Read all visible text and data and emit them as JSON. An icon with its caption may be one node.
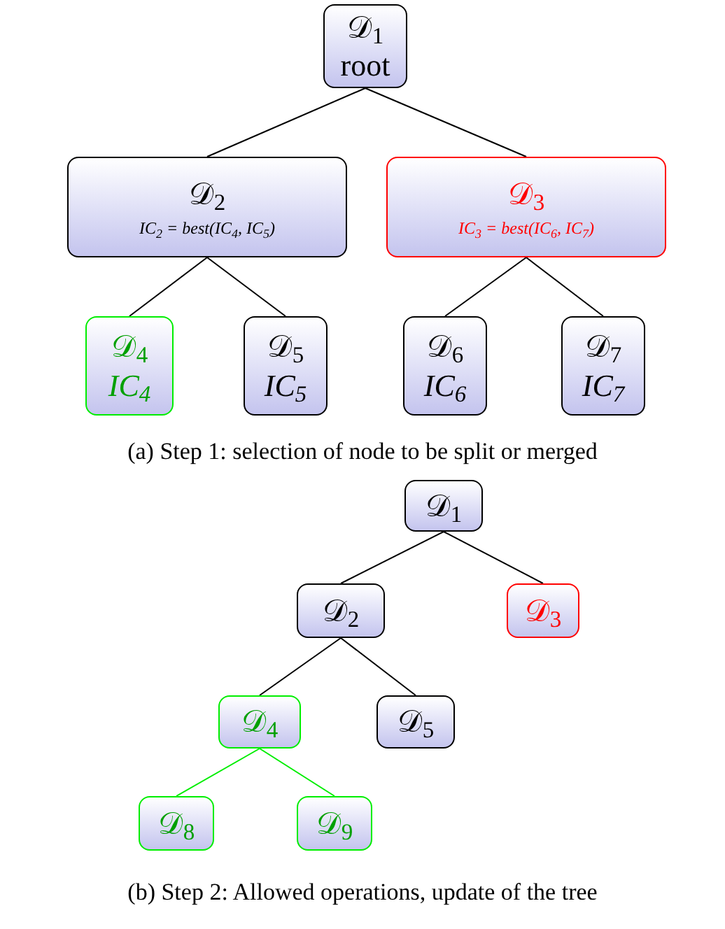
{
  "diagram": {
    "nodes": [
      {
        "text": [
          "𝒟$_{1}$",
          "root"
        ]
      },
      {
        "text": [
          "𝒟$_{2}$",
          "IC$_{2}$ = best(IC$_{4}$, IC$_{5}$)"
        ]
      },
      {
        "text": [
          "𝒟$_{3}$",
          "IC$_{3}$ = best(IC$_{6}$, IC$_{7}$)"
        ]
      },
      {
        "text": [
          "𝒟$_{4}$",
          "IC$_{4}$"
        ]
      },
      {
        "text": [
          "𝒟$_{5}$",
          "IC$_{5}$"
        ]
      },
      {
        "text": [
          "𝒟$_{6}$",
          "IC$_{6}$"
        ]
      },
      {
        "text": [
          "𝒟$_{7}$",
          "IC$_{7}$"
        ]
      },
      {
        "text": [
          "𝒟$_{1}$"
        ]
      },
      {
        "text": [
          "𝒟$_{2}$"
        ]
      },
      {
        "text": [
          "𝒟$_{3}$"
        ]
      },
      {
        "text": [
          "𝒟$_{4}$"
        ]
      },
      {
        "text": [
          "𝒟$_{5}$"
        ]
      },
      {
        "text": [
          "𝒟$_{8}$"
        ]
      },
      {
        "text": [
          "𝒟$_{9}$"
        ]
      }
    ],
    "edges": [
      {
        "from": 0,
        "to": 1,
        "arrow": "none"
      },
      {
        "from": 0,
        "to": 2,
        "arrow": "none"
      },
      {
        "from": 1,
        "to": 3,
        "arrow": "none"
      },
      {
        "from": 1,
        "to": 4,
        "arrow": "none"
      },
      {
        "from": 2,
        "to": 5,
        "arrow": "none"
      },
      {
        "from": 2,
        "to": 6,
        "arrow": "none"
      },
      {
        "from": 7,
        "to": 8,
        "arrow": "none"
      },
      {
        "from": 7,
        "to": 9,
        "arrow": "none"
      },
      {
        "from": 8,
        "to": 10,
        "arrow": "none"
      },
      {
        "from": 8,
        "to": 11,
        "arrow": "none"
      },
      {
        "from": 10,
        "to": 12,
        "arrow": "none",
        "color": "#00ee00"
      },
      {
        "from": 10,
        "to": 13,
        "arrow": "none",
        "color": "#00ee00"
      }
    ],
    "labels": [
      "(a) Step 1: selection of node to be split or merged",
      "(b) Step 2: Allowed operations, update of the tree"
    ]
  }
}
